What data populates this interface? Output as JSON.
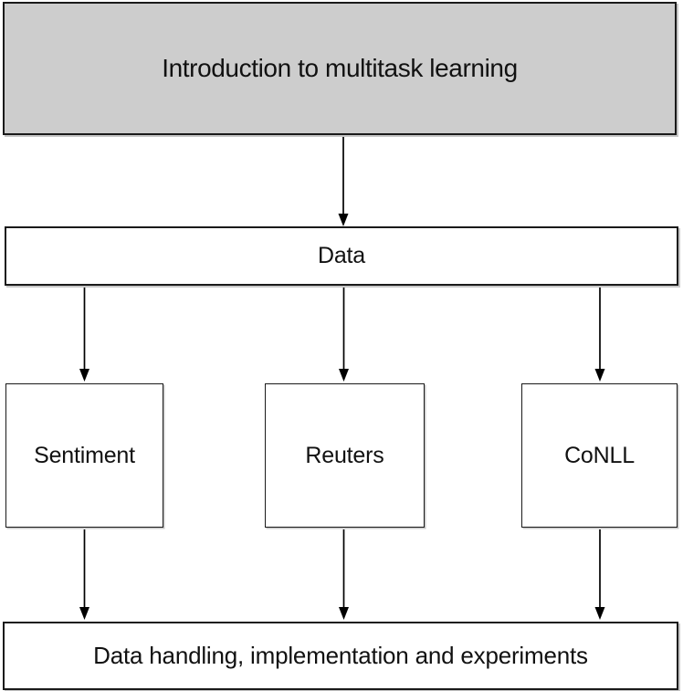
{
  "diagram": {
    "type": "flowchart",
    "nodes": {
      "intro": {
        "label": "Introduction to multitask learning"
      },
      "data": {
        "label": "Data"
      },
      "sentiment": {
        "label": "Sentiment"
      },
      "reuters": {
        "label": "Reuters"
      },
      "conll": {
        "label": "CoNLL"
      },
      "handling": {
        "label": "Data handling, implementation and experiments"
      }
    },
    "edges": [
      {
        "from": "intro",
        "to": "data"
      },
      {
        "from": "data",
        "to": "sentiment"
      },
      {
        "from": "data",
        "to": "reuters"
      },
      {
        "from": "data",
        "to": "conll"
      },
      {
        "from": "sentiment",
        "to": "handling"
      },
      {
        "from": "reuters",
        "to": "handling"
      },
      {
        "from": "conll",
        "to": "handling"
      }
    ],
    "colors": {
      "intro_fill": "#cdcdcd",
      "node_fill": "#ffffff",
      "border": "#1a1a1a",
      "arrow": "#000000",
      "text": "#111111",
      "background": "#ffffff"
    }
  }
}
